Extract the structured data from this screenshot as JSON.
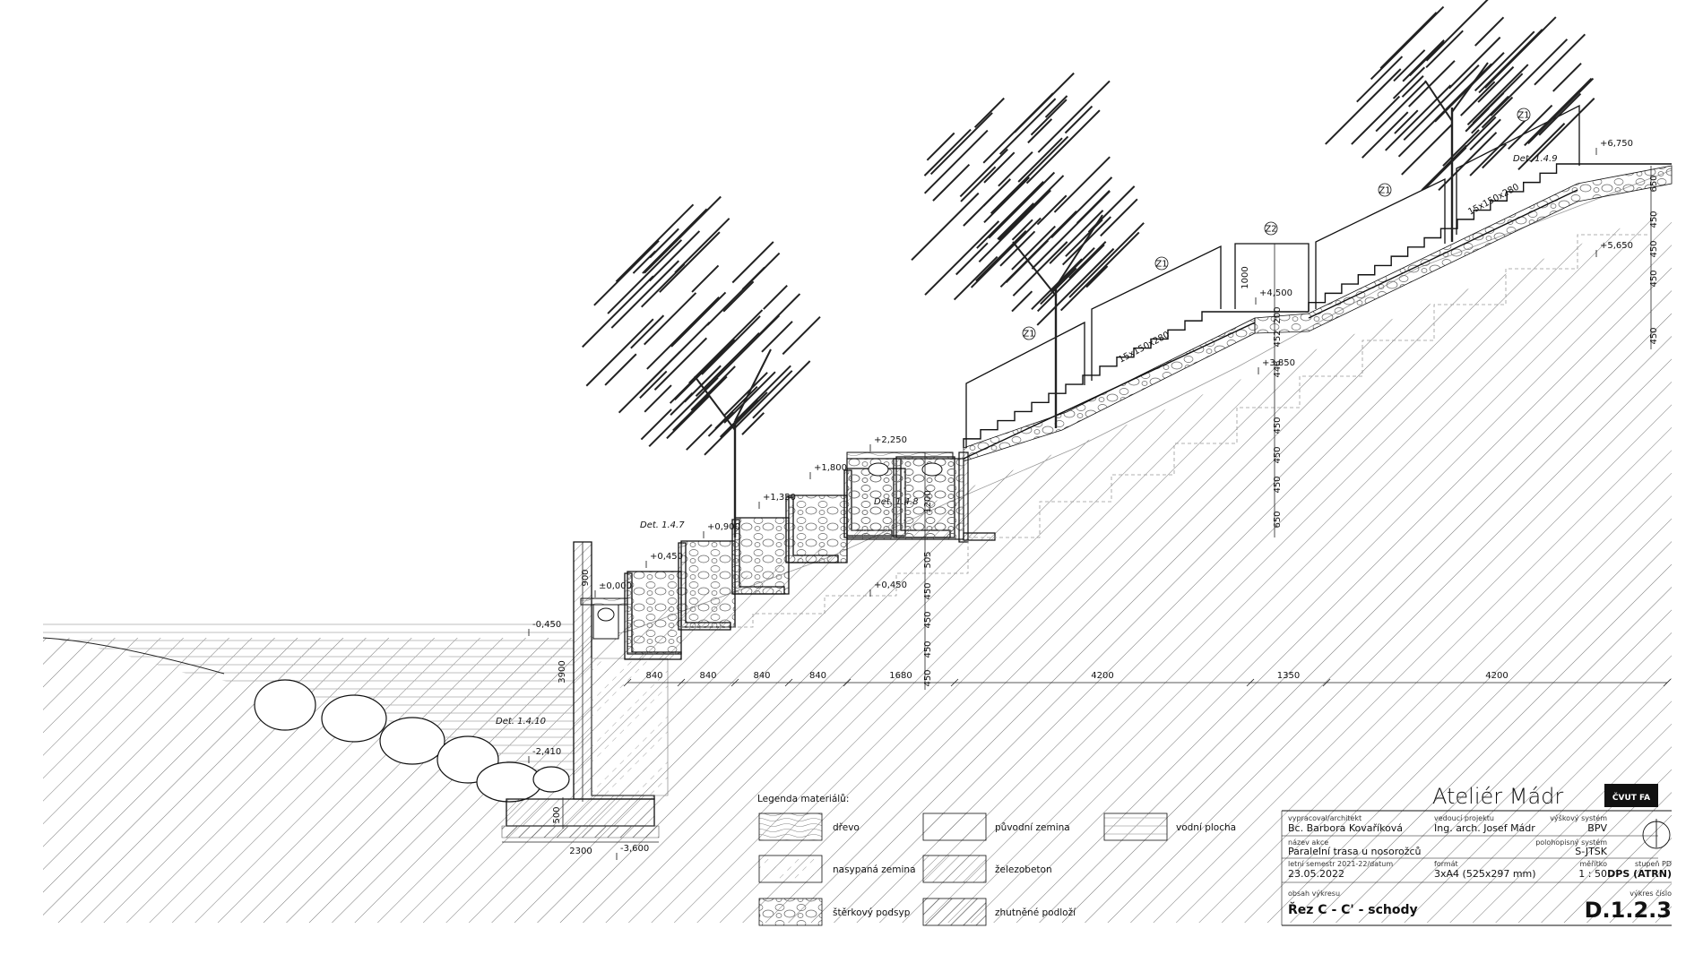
{
  "levels": [
    "+6,750",
    "+5,650",
    "+4,500",
    "+3,850",
    "+2,250",
    "+1,800",
    "+1,350",
    "+0,900",
    "+0,450",
    "±0,000",
    "-0,450",
    "-2,410",
    "+0,450",
    "-3,600"
  ],
  "details": [
    "Det. 1.4.9",
    "Det. 1.4.8",
    "Det. 1.4.7",
    "Det. 1.4.10"
  ],
  "railing_tags": [
    "Z1",
    "Z1",
    "Z2",
    "Z1",
    "Z1"
  ],
  "stair_labels": [
    "15x150x280",
    "15x150x280"
  ],
  "dims_bottom": [
    "840",
    "840",
    "840",
    "840",
    "1680",
    "4200",
    "1350",
    "4200"
  ],
  "dims_vertical_left": [
    "900",
    "3900",
    "500",
    "505",
    "450",
    "450",
    "450",
    "450",
    "1200"
  ],
  "dims_vertical_mid": [
    "200",
    "452",
    "448",
    "450",
    "450",
    "450",
    "650",
    "1000"
  ],
  "dims_vertical_right": [
    "650",
    "450",
    "450",
    "450",
    "450"
  ],
  "dim_foundation": "2300",
  "legend": {
    "title": "Legenda materiálů:",
    "items": [
      "dřevo",
      "původní zemina",
      "vodní plocha",
      "nasypaná zemina",
      "železobeton",
      "štěrkový podsyp",
      "zhutněné podloží"
    ]
  },
  "title_block": {
    "studio": "Ateliér Mádr",
    "logo_text": "ČVUT FA",
    "architect_label": "vypracoval/architekt",
    "architect": "Bc. Barbora Kovaříková",
    "supervisor_label": "vedoucí projektu",
    "supervisor": "Ing. arch. Josef Mádr",
    "height_system_label": "výškový systém",
    "height_system": "BPV",
    "action_label": "název akce",
    "action": "Paralelní trasa u nosorožců",
    "position_system_label": "polohopisný systém",
    "position_system": "S-JTSK",
    "semester_label": "letní semestr 2021-22/datum",
    "date": "23.05.2022",
    "format_label": "formát",
    "format": "3xA4 (525x297 mm)",
    "scale_label": "měřítko",
    "scale": "1 : 50",
    "stage_label": "stupeň PD",
    "stage": "DPS (ATRN)",
    "content_label": "obsah výkresu",
    "content": "Řez C - C' - schody",
    "drawing_no_label": "výkres číslo",
    "drawing_no": "D.1.2.3"
  },
  "colors": {
    "line": "#111111",
    "hatch": "#555555",
    "light": "#9a9a9a"
  }
}
